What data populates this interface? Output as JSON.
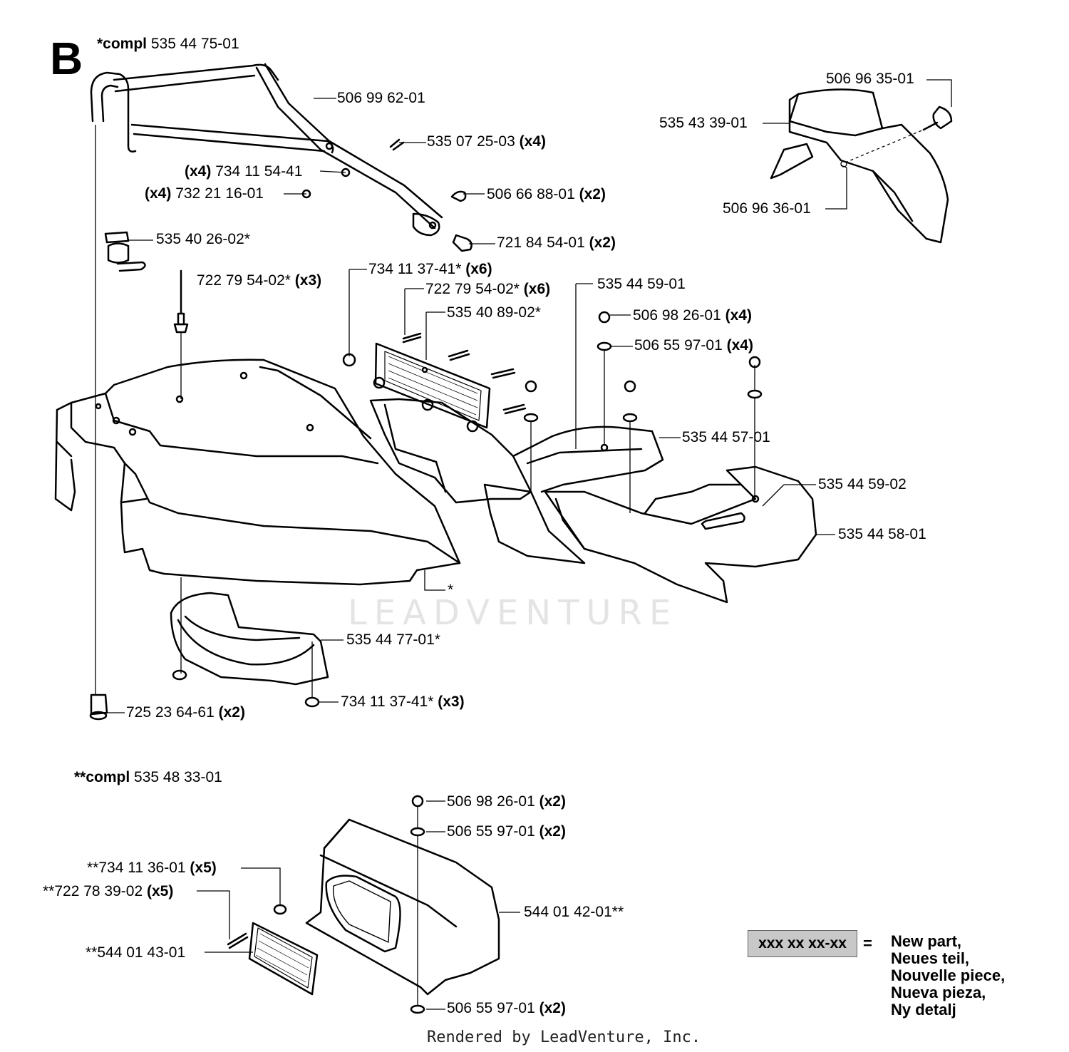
{
  "section_letter": "B",
  "watermark": "LEADVENTURE",
  "footer": "Rendered by LeadVenture, Inc.",
  "compl_1": {
    "prefix": "*compl",
    "number": "535 44 75-01"
  },
  "compl_2": {
    "prefix": "**compl",
    "number": "535 48 33-01"
  },
  "parts": [
    {
      "num": "506 99 62-01",
      "qty": ""
    },
    {
      "num": "535 07 25-03",
      "qty": "(x4)"
    },
    {
      "num": "734 11 54-41",
      "qty": "(x4)"
    },
    {
      "num": "732 21 16-01",
      "qty": "(x4)"
    },
    {
      "num": "506 66 88-01",
      "qty": "(x2)"
    },
    {
      "num": "535 40 26-02*",
      "qty": ""
    },
    {
      "num": "721 84 54-01",
      "qty": "(x2)"
    },
    {
      "num": "722 79 54-02*",
      "qty": "(x3)"
    },
    {
      "num": "734 11 37-41*",
      "qty": "(x6)"
    },
    {
      "num": "722 79 54-02*",
      "qty": "(x6)"
    },
    {
      "num": "535 44 59-01",
      "qty": ""
    },
    {
      "num": "535 40 89-02*",
      "qty": ""
    },
    {
      "num": "506 98 26-01",
      "qty": "(x4)"
    },
    {
      "num": "506 55 97-01",
      "qty": "(x4)"
    },
    {
      "num": "535 44 57-01",
      "qty": ""
    },
    {
      "num": "535 44 59-02",
      "qty": ""
    },
    {
      "num": "535 44 58-01",
      "qty": ""
    },
    {
      "num": "*",
      "qty": ""
    },
    {
      "num": "535 44 77-01*",
      "qty": ""
    },
    {
      "num": "725 23 64-61",
      "qty": "(x2)"
    },
    {
      "num": "734 11 37-41*",
      "qty": "(x3)"
    },
    {
      "num": "506 96 35-01",
      "qty": ""
    },
    {
      "num": "535 43 39-01",
      "qty": ""
    },
    {
      "num": "506 96 36-01",
      "qty": ""
    },
    {
      "num": "506 98 26-01",
      "qty": "(x2)"
    },
    {
      "num": "506 55 97-01",
      "qty": "(x2)"
    },
    {
      "num": "**734 11 36-01",
      "qty": "(x5)"
    },
    {
      "num": "**722 78 39-02",
      "qty": "(x5)"
    },
    {
      "num": "544 01 42-01**",
      "qty": ""
    },
    {
      "num": "**544 01 43-01",
      "qty": ""
    },
    {
      "num": "506 55 97-01",
      "qty": "(x2)"
    }
  ],
  "legend": {
    "box": "xxx xx xx-xx",
    "equals": "=",
    "lines": [
      "New part,",
      "Neues teil,",
      "Nouvelle piece,",
      "Nueva pieza,",
      "Ny detalj"
    ]
  }
}
